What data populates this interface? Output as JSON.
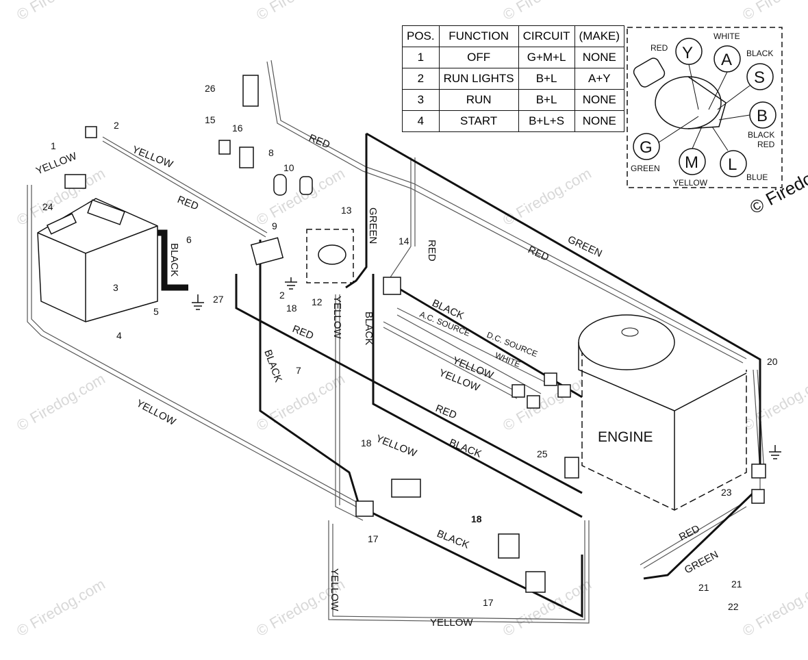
{
  "switch_table": {
    "headers": [
      "POS.",
      "FUNCTION",
      "CIRCUIT",
      "(MAKE)"
    ],
    "rows": [
      [
        "1",
        "OFF",
        "G+M+L",
        "NONE"
      ],
      [
        "2",
        "RUN LIGHTS",
        "B+L",
        "A+Y"
      ],
      [
        "3",
        "RUN",
        "B+L",
        "NONE"
      ],
      [
        "4",
        "START",
        "B+L+S",
        "NONE"
      ]
    ]
  },
  "terminals": {
    "Y": {
      "letter": "Y",
      "color": "RED"
    },
    "A": {
      "letter": "A",
      "color": "WHITE"
    },
    "S": {
      "letter": "S",
      "color": "BLACK"
    },
    "B": {
      "letter": "B",
      "color": "BLACK RED"
    },
    "G": {
      "letter": "G",
      "color": "GREEN"
    },
    "M": {
      "letter": "M",
      "color": "YELLOW"
    },
    "L": {
      "letter": "L",
      "color": "BLUE"
    }
  },
  "terminal_color_lines": {
    "black": "BLACK",
    "red": "RED"
  },
  "engine_label": "ENGINE",
  "copyright": "© Firedo",
  "watermark": "© Firedog.com",
  "sources": {
    "ac": "A.C. SOURCE",
    "dc": "D.C. SOURCE",
    "white": "WHITE"
  },
  "wire_labels": {
    "yellow": "YELLOW",
    "red": "RED",
    "black": "BLACK",
    "green": "GREEN"
  },
  "part_numbers": [
    "1",
    "2",
    "3",
    "4",
    "5",
    "6",
    "7",
    "8",
    "9",
    "10",
    "12",
    "13",
    "14",
    "15",
    "16",
    "17",
    "18",
    "20",
    "21",
    "22",
    "23",
    "24",
    "25",
    "26",
    "27"
  ]
}
